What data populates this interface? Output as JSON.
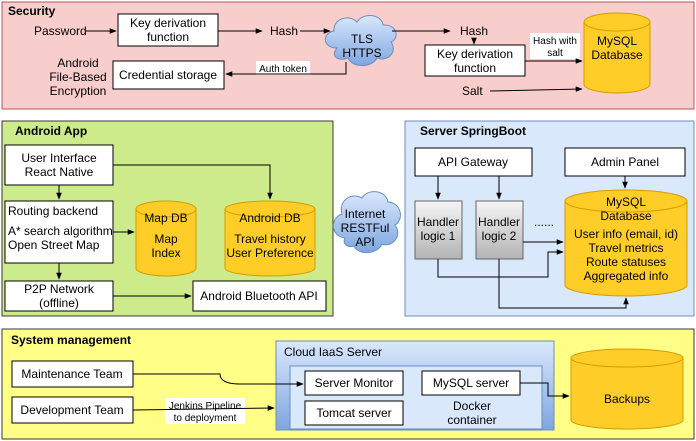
{
  "colors": {
    "security_bg": "#f8cecc",
    "security_border": "#b85450",
    "android_bg": "#cdeb8b",
    "android_border": "#36393d",
    "server_bg": "#dae8fc",
    "server_border": "#6c8ebf",
    "system_bg": "#ffff88",
    "system_border": "#36393d",
    "cloud_bg": "#dae8fc",
    "cylinder": "#ffcd28",
    "cylinder_border": "#d79b00",
    "handler_top": "#f5f5f5",
    "handler_bottom": "#b3b3b3"
  },
  "security": {
    "title": "Security",
    "password": "Password",
    "kdf1": [
      "Key derivation",
      "function"
    ],
    "hash1": "Hash",
    "tls": [
      "TLS",
      "HTTPS"
    ],
    "hash2": "Hash",
    "kdf2": [
      "Key derivation",
      "function"
    ],
    "hash_with_salt": [
      "Hash with",
      "salt"
    ],
    "mysql": [
      "MySQL",
      "Database"
    ],
    "android_fbe": [
      "Android",
      "File-Based",
      "Encryption"
    ],
    "credential_storage": "Credential storage",
    "auth_token": "Auth token",
    "salt": "Salt"
  },
  "android": {
    "title": "Android App",
    "ui": [
      "User Interface",
      "React Native"
    ],
    "routing": [
      "Routing backend",
      "A* search algorithm",
      "Open Street Map"
    ],
    "map_db": [
      "Map DB",
      "Map",
      "Index"
    ],
    "android_db": [
      "Android DB",
      "Travel history",
      "User Preference"
    ],
    "p2p": [
      "P2P Network",
      "(offline)"
    ],
    "bluetooth": "Android Bluetooth API"
  },
  "internet": [
    "Internet",
    "RESTFul",
    "API"
  ],
  "server": {
    "title": "Server SpringBoot",
    "api_gateway": "API Gateway",
    "admin_panel": "Admin Panel",
    "handler1": [
      "Handler",
      "logic 1"
    ],
    "handler2": [
      "Handler",
      "logic 2"
    ],
    "ellipsis": "......",
    "mysql": [
      "MySQL",
      "Database",
      "User info (email, id)",
      "Travel metrics",
      "Route statuses",
      "Aggregated info"
    ]
  },
  "system": {
    "title": "System management",
    "maintenance": "Maintenance Team",
    "development": "Development Team",
    "jenkins": [
      "Jenkins Pipeline",
      "to deployment"
    ],
    "cloud_title": "Cloud IaaS Server",
    "server_monitor": "Server Monitor",
    "mysql_server": "MySQL server",
    "tomcat": "Tomcat server",
    "docker": [
      "Docker",
      "container"
    ],
    "backups": "Backups"
  }
}
